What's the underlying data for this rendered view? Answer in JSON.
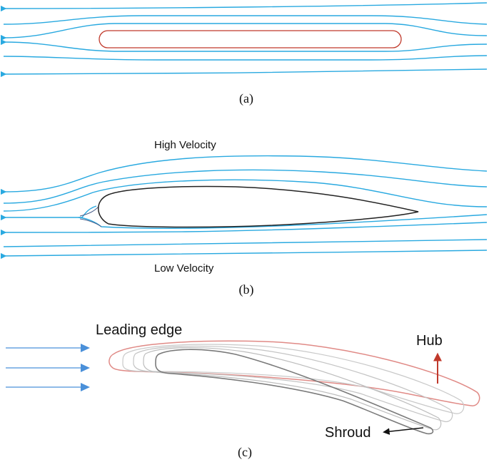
{
  "panels": {
    "a": {
      "label": "(a)"
    },
    "b": {
      "label": "(b)",
      "upper_text": "High Velocity",
      "lower_text": "Low Velocity"
    },
    "c": {
      "label": "(c)",
      "leading_edge": "Leading edge",
      "hub": "Hub",
      "shroud": "Shroud"
    }
  },
  "colors": {
    "streamline": "#29a9e0",
    "plate": "#c0392b",
    "airfoil": "#222222",
    "hub": "#e08a86",
    "hub_arrow": "#c0392b",
    "blade_gray": "#b8b8b8",
    "shroud_dark": "#777777",
    "arrow_blue": "#4a90d9"
  }
}
